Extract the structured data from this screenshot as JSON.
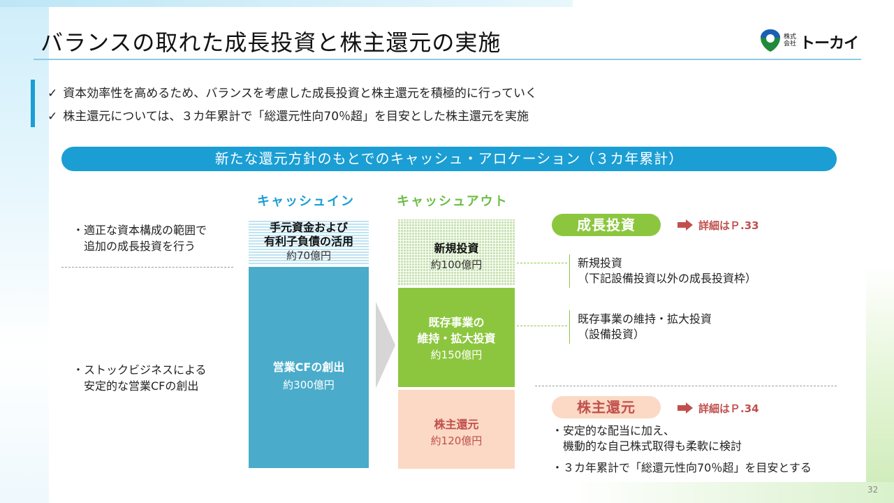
{
  "colors": {
    "accent_blue": "#1a9ed4",
    "cash_in_blue": "#4aacca",
    "growth_green": "#8cc63f",
    "return_peach": "#fbd9c5",
    "return_red": "#c0504d"
  },
  "header": {
    "title": "バランスの取れた成長投資と株主還元の実施",
    "logo": {
      "small_text": "株式会社",
      "name": "トーカイ",
      "icon": "tokai-logo-icon"
    }
  },
  "bullets": [
    "資本効率性を高めるため、バランスを考慮した成長投資と株主還元を積極的に行っていく",
    "株主還元については、３カ年累計で「総還元性向70％超」を目安とした株主還元を実施"
  ],
  "banner": "新たな還元方針のもとでのキャッシュ・アロケーション（３カ年累計）",
  "cash_in": {
    "heading": "キャッシュイン",
    "notes": [
      {
        "line1": "・適正な資本構成の範囲で",
        "line2": "追加の成長投資を行う"
      },
      {
        "line1": "・ストックビジネスによる",
        "line2": "安定的な営業CFの創出"
      }
    ],
    "boxes": [
      {
        "label_line1": "手元資金および",
        "label_line2": "有利子負債の活用",
        "amount": "約70億円"
      },
      {
        "label": "営業CFの創出",
        "amount": "約300億円"
      }
    ]
  },
  "cash_out": {
    "heading": "キャッシュアウト",
    "boxes": [
      {
        "label": "新規投資",
        "amount": "約100億円"
      },
      {
        "label_line1": "既存事業の",
        "label_line2": "維持・拡大投資",
        "amount": "約150億円"
      },
      {
        "label": "株主還元",
        "amount": "約120億円"
      }
    ]
  },
  "growth": {
    "pill": "成長投資",
    "link": "詳細はＰ.33",
    "items": [
      {
        "line1": "新規投資",
        "line2": "（下記設備投資以外の成長投資枠）"
      },
      {
        "line1": "既存事業の維持・拡大投資",
        "line2": "（設備投資）"
      }
    ]
  },
  "returns": {
    "pill": "株主還元",
    "link": "詳細はＰ.34",
    "items": [
      {
        "line1": "・安定的な配当に加え、",
        "line2": "機動的な自己株式取得も柔軟に検討"
      },
      {
        "line1": "・３カ年累計で「総還元性向70％超」を目安とする"
      }
    ]
  },
  "page_number": "32"
}
